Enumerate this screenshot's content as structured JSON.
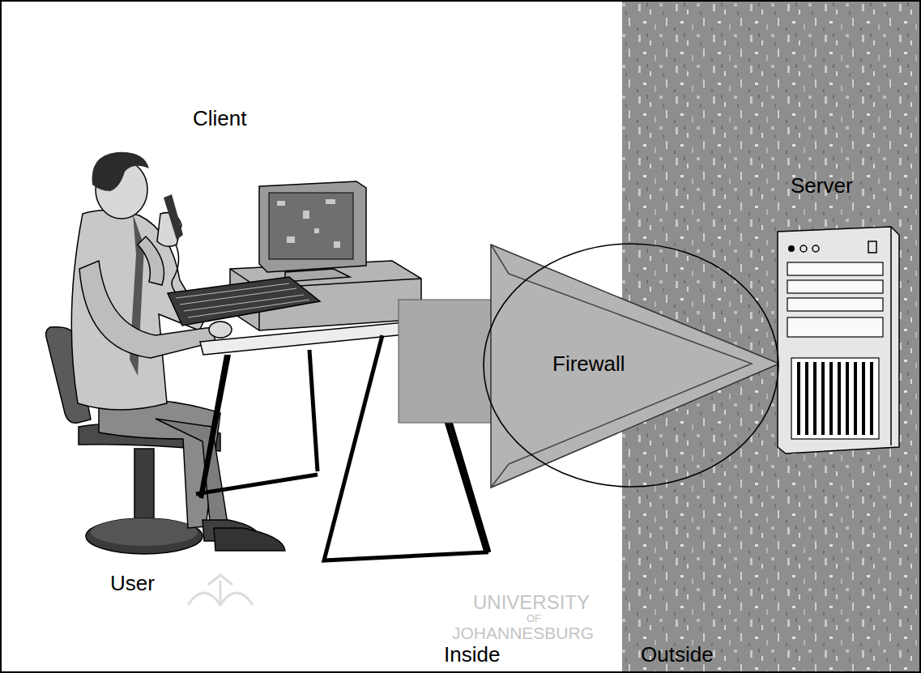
{
  "diagram": {
    "nodes": [
      {
        "text": [
          "Firewall"
        ]
      }
    ],
    "labels": [
      "Client",
      "Server",
      "User",
      "UNIVERSITY",
      "OF",
      "JOHANNESBURG",
      "Inside",
      "Outside"
    ]
  }
}
